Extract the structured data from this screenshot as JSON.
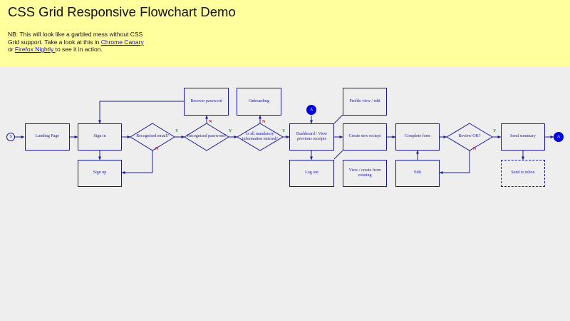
{
  "header": {
    "title": "CSS Grid Responsive Flowchart Demo",
    "note_prefix": "NB: This will look like a garbled mess without CSS Grid support. Take a look at this in ",
    "link_canary": "Chrome Canary",
    "note_or": " or ",
    "link_firefox": "Firefox Nightly ",
    "note_suffix": "to see it in action."
  },
  "flowchart": {
    "start": "S",
    "connector_in": "A",
    "connector_out": "A",
    "nodes": {
      "landing": "Landing Page",
      "sign_in": "Sign in",
      "sign_up": "Sign up",
      "recover": "Recover password",
      "onboarding": "Onboarding",
      "dashboard": "Dashboard / View previous receipts",
      "log_out": "Log out",
      "profile": "Profile view / edit",
      "create_receipt": "Create new reciept",
      "view_create": "View / create from existing",
      "complete_form": "Complete form",
      "edit": "Edit",
      "send_summary": "Send summary",
      "send_inbox": "Send to inbox"
    },
    "decisions": {
      "email": "Recognised email?",
      "password": "Recognised password?",
      "mandatory": "Is all mandatory information entered?",
      "review": "Review OK?"
    },
    "labels": {
      "yes": "Y",
      "no": "N"
    }
  }
}
